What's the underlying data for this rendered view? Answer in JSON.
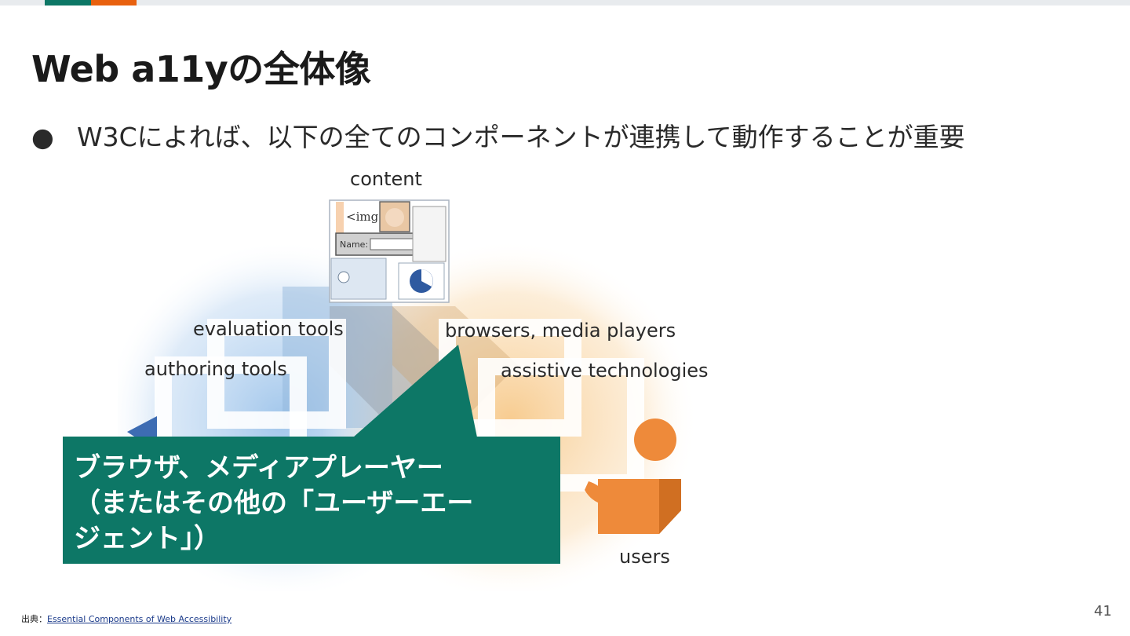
{
  "slide": {
    "title": "Web a11yの全体像",
    "bullet_marker": "●",
    "bullet_text": "W3Cによれば、以下の全てのコンポーネントが連携して動作することが重要",
    "page_number": "41"
  },
  "diagram": {
    "labels": {
      "content": "content",
      "evaluation_tools": "evaluation tools",
      "authoring_tools": "authoring tools",
      "browsers": "browsers, media players",
      "assistive": "assistive technologies",
      "users": "users"
    },
    "content_card": {
      "img_tag": "<img",
      "name_field": "Name:"
    }
  },
  "callout": {
    "lines": [
      "ブラウザ、メディアプレーヤー",
      "（またはその他の「ユーザーエー",
      "ジェント」）"
    ]
  },
  "source": {
    "prefix": "出典：",
    "link_text": "Essential Components of Web Accessibility"
  },
  "colors": {
    "brand_green": "#0d7766",
    "brand_orange": "#e8610f",
    "blue_glow": "#9cc3ea",
    "orange_glow": "#f7c98a"
  }
}
